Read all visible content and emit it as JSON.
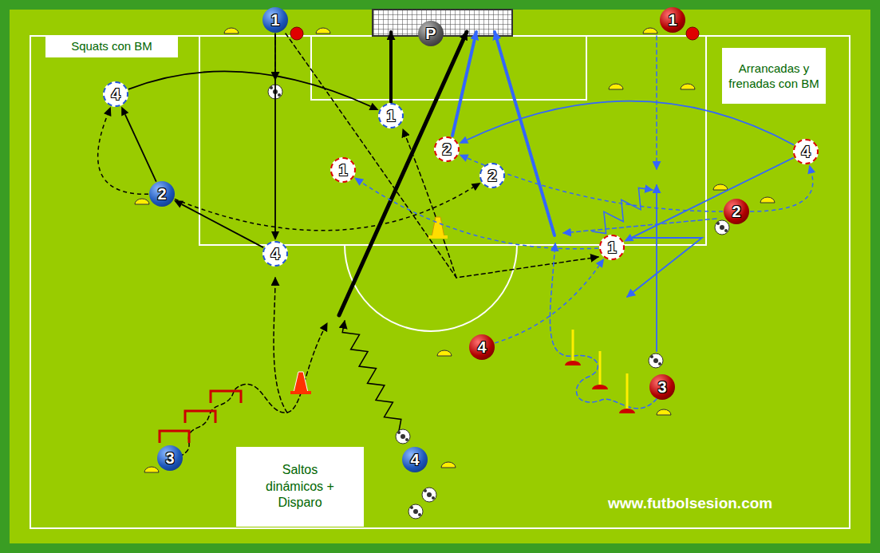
{
  "diagram": {
    "nodes": [
      {
        "text": [
          "Squats con BM"
        ]
      },
      {
        "text": [
          "1"
        ]
      },
      {
        "text": [
          "P"
        ]
      },
      {
        "text": [
          "1"
        ]
      },
      {
        "text": [
          "Arrancadas y frenadas con BM"
        ]
      },
      {
        "text": [
          "4"
        ]
      },
      {
        "text": [
          "1"
        ]
      },
      {
        "text": [
          "2"
        ]
      },
      {
        "text": [
          "4"
        ]
      },
      {
        "text": [
          "1"
        ]
      },
      {
        "text": [
          "2"
        ]
      },
      {
        "text": [
          "2"
        ]
      },
      {
        "text": [
          "2"
        ]
      },
      {
        "text": [
          "4"
        ]
      },
      {
        "text": [
          "1"
        ]
      },
      {
        "text": [
          "4"
        ]
      },
      {
        "text": [
          "3"
        ]
      },
      {
        "text": [
          "Saltos dinámicos + Disparo"
        ]
      },
      {
        "text": [
          "3"
        ]
      },
      {
        "text": [
          "4"
        ]
      }
    ],
    "edges": [
      {
        "from": 1,
        "to": 13,
        "arrow": "to"
      },
      {
        "from": 13,
        "to": 11,
        "arrow": "to"
      },
      {
        "from": 11,
        "to": 5,
        "arrow": "to"
      },
      {
        "from": 5,
        "to": 6,
        "arrow": "to"
      },
      {
        "from": 11,
        "to": 5,
        "arrow": "to"
      },
      {
        "from": 11,
        "to": 10,
        "arrow": "to"
      },
      {
        "from": 12,
        "to": 7,
        "arrow": "to"
      },
      {
        "from": 8,
        "to": 7,
        "arrow": "to"
      },
      {
        "from": 15,
        "to": 14,
        "arrow": "to"
      },
      {
        "from": 8,
        "to": 14,
        "arrow": "to"
      },
      {
        "from": 14,
        "to": 9,
        "arrow": "to"
      },
      {
        "from": 12,
        "to": 8,
        "arrow": "to"
      }
    ],
    "labels": [
      "www.futbolsesion.com"
    ]
  }
}
